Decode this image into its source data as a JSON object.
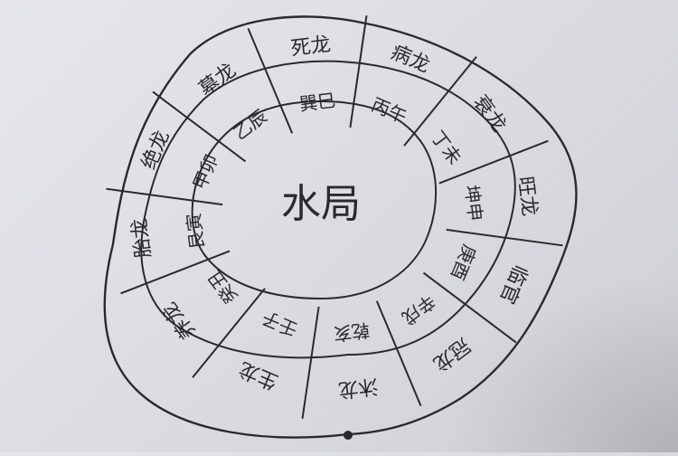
{
  "center_label": "水局",
  "outer_ring": [
    "死龙",
    "病龙",
    "衰龙",
    "旺龙",
    "临官",
    "冠龙",
    "沐龙",
    "生龙",
    "养龙",
    "胎龙",
    "绝龙",
    "墓龙"
  ],
  "middle_ring": [
    "巽巳",
    "丙午",
    "丁未",
    "坤申",
    "庚酉",
    "辛戌",
    "乾亥",
    "壬子",
    "癸丑",
    "艮寅",
    "甲卯",
    "乙辰"
  ],
  "colors": {
    "ink": "#2a2a2e",
    "paper": "#e3e4e8"
  }
}
